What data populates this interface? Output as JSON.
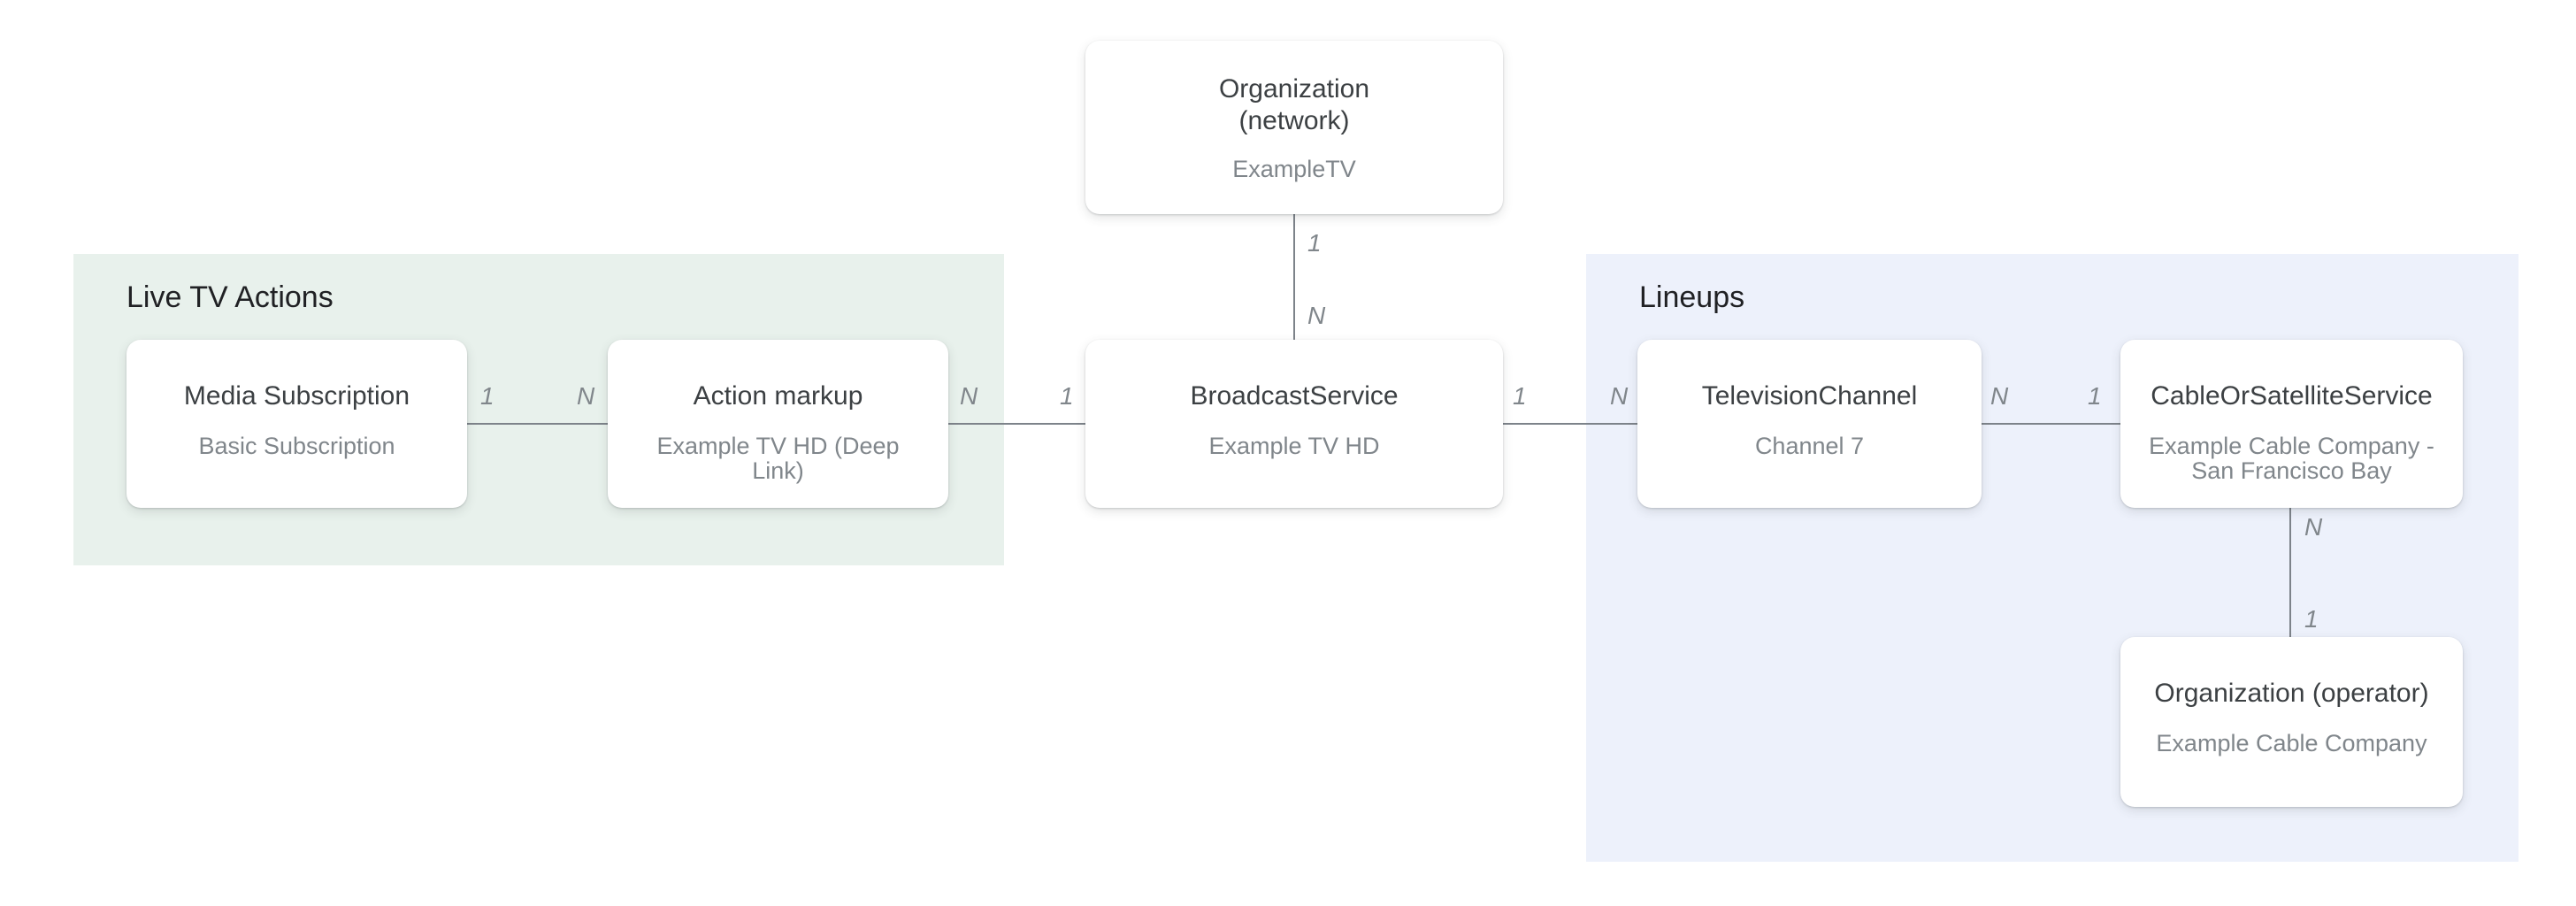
{
  "colors": {
    "live_tv_actions_bg": "#e8f1ec",
    "lineups_bg": "#edf1fb",
    "node_bg": "#ffffff",
    "node_title": "#3c4043",
    "node_subtitle": "#80868b",
    "region_title": "#202124",
    "connector": "#7d838a",
    "cardinality": "#80868b"
  },
  "regions": {
    "live_tv_actions": {
      "title": "Live TV Actions"
    },
    "lineups": {
      "title": "Lineups"
    }
  },
  "nodes": {
    "organization_network": {
      "title": "Organization (network)",
      "subtitle": "ExampleTV"
    },
    "media_subscription": {
      "title": "Media Subscription",
      "subtitle": "Basic Subscription"
    },
    "action_markup": {
      "title": "Action markup",
      "subtitle": "Example TV HD (Deep Link)"
    },
    "broadcast_service": {
      "title": "BroadcastService",
      "subtitle": "Example TV HD"
    },
    "television_channel": {
      "title": "TelevisionChannel",
      "subtitle": "Channel 7"
    },
    "cable_or_satellite_service": {
      "title": "CableOrSatelliteService",
      "subtitle": "Example Cable Company - San Francisco Bay"
    },
    "organization_operator": {
      "title": "Organization (operator)",
      "subtitle": "Example Cable Company"
    }
  },
  "edges": {
    "network_to_broadcast": {
      "from": "organization_network",
      "to": "broadcast_service",
      "from_card": "1",
      "to_card": "N"
    },
    "media_to_action": {
      "from": "media_subscription",
      "to": "action_markup",
      "from_card": "1",
      "to_card": "N"
    },
    "action_to_broadcast": {
      "from": "action_markup",
      "to": "broadcast_service",
      "from_card": "N",
      "to_card": "1"
    },
    "broadcast_to_channel": {
      "from": "broadcast_service",
      "to": "television_channel",
      "from_card": "1",
      "to_card": "N"
    },
    "channel_to_cable": {
      "from": "television_channel",
      "to": "cable_or_satellite_service",
      "from_card": "N",
      "to_card": "1"
    },
    "cable_to_operator": {
      "from": "cable_or_satellite_service",
      "to": "organization_operator",
      "from_card": "N",
      "to_card": "1"
    }
  }
}
